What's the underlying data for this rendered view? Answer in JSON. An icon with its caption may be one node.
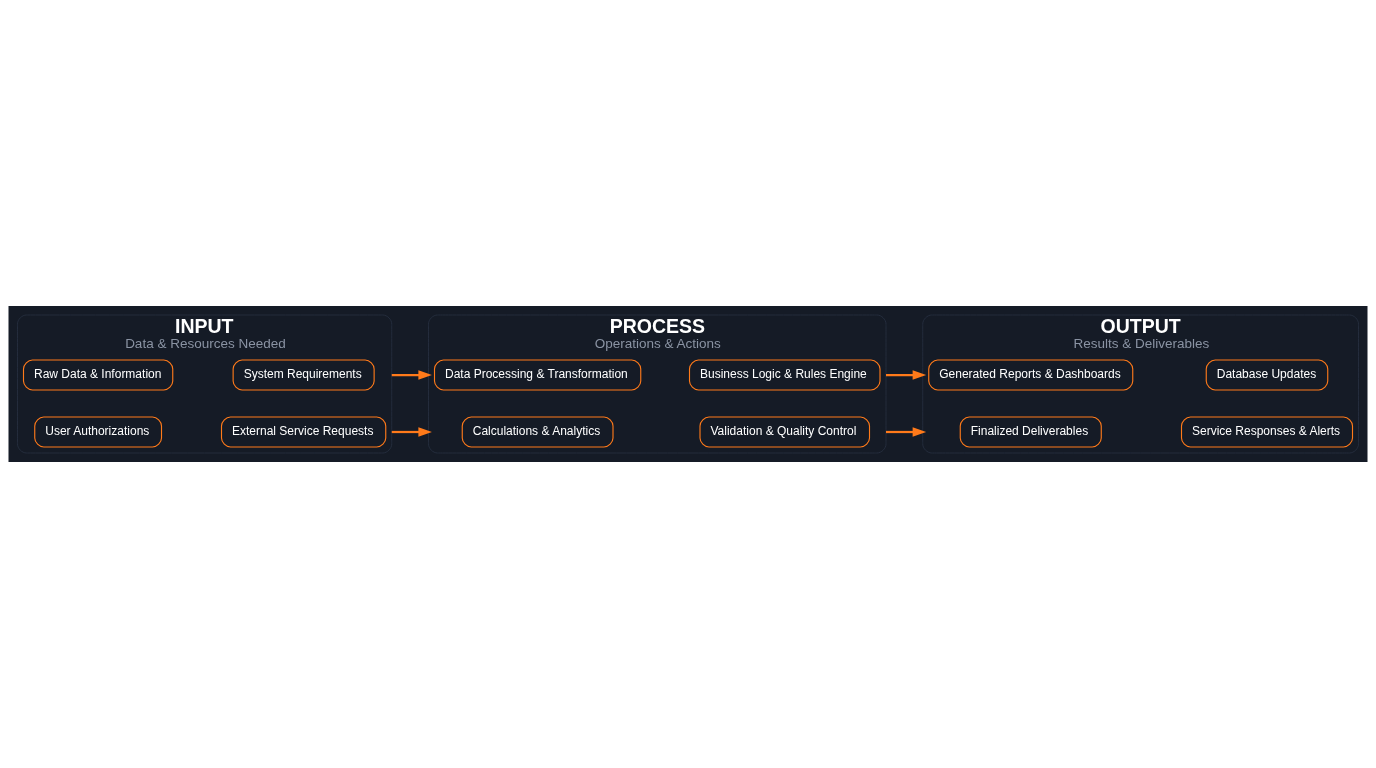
{
  "diagram": {
    "nodes": [
      {
        "text": [
          "INPUT",
          "Data & Resources Needed"
        ]
      },
      {
        "text": [
          "Raw Data & Information"
        ],
        "in": 0
      },
      {
        "text": [
          "System Requirements"
        ],
        "in": 0
      },
      {
        "text": [
          "User Authorizations"
        ],
        "in": 0
      },
      {
        "text": [
          "External Service Requests"
        ],
        "in": 0
      },
      {
        "text": [
          "PROCESS",
          "Operations & Actions"
        ]
      },
      {
        "text": [
          "Data Processing & Transformation"
        ],
        "in": 5
      },
      {
        "text": [
          "Business Logic & Rules Engine"
        ],
        "in": 5
      },
      {
        "text": [
          "Calculations & Analytics"
        ],
        "in": 5
      },
      {
        "text": [
          "Validation & Quality Control"
        ],
        "in": 5
      },
      {
        "text": [
          "OUTPUT",
          "Results & Deliverables"
        ]
      },
      {
        "text": [
          "Generated Reports & Dashboards"
        ],
        "in": 10
      },
      {
        "text": [
          "Database Updates"
        ],
        "in": 10
      },
      {
        "text": [
          "Finalized Deliverables"
        ],
        "in": 10
      },
      {
        "text": [
          "Service Responses & Alerts"
        ],
        "in": 10
      }
    ],
    "edges": [
      {
        "from": 0,
        "to": 5,
        "arrow": "to"
      },
      {
        "from": 0,
        "to": 5,
        "arrow": "to"
      },
      {
        "from": 5,
        "to": 10,
        "arrow": "to"
      },
      {
        "from": 5,
        "to": 10,
        "arrow": "to"
      }
    ]
  }
}
